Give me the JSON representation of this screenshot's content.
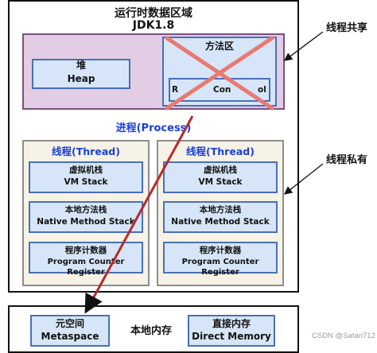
{
  "diagram": {
    "title": "运行时数据区域",
    "version": "JDK1.8",
    "shared_label": "线程共享",
    "private_label": "线程私有",
    "heap": {
      "line1": "堆",
      "line2": "Heap"
    },
    "method_area": {
      "title": "方法区",
      "inner_fragment_left": "R",
      "inner_fragment_mid": "Con",
      "inner_fragment_right": "ol"
    },
    "process_label": "进程(Process)",
    "threads": [
      {
        "title": "线程(Thread)",
        "vm_stack": {
          "line1": "虚拟机栈",
          "line2": "VM Stack"
        },
        "native_stack": {
          "line1": "本地方法栈",
          "line2": "Native Method Stack"
        },
        "pc": {
          "line1": "程序计数器",
          "line2": "Program Counter Register"
        }
      },
      {
        "title": "线程(Thread)",
        "vm_stack": {
          "line1": "虚拟机栈",
          "line2": "VM Stack"
        },
        "native_stack": {
          "line1": "本地方法栈",
          "line2": "Native Method Stack"
        },
        "pc": {
          "line1": "程序计数器",
          "line2": "Program Counter Register"
        }
      }
    ],
    "native_memory": {
      "label": "本地内存",
      "metaspace": {
        "line1": "元空间",
        "line2": "Metaspace"
      },
      "direct": {
        "line1": "直接内存",
        "line2": "Direct Memory"
      }
    },
    "watermark": "CSDN @Satan712",
    "colors": {
      "shared_bg": "#e3cde4",
      "box_blue": "#d6e6f8",
      "thread_bg": "#f6f2e6",
      "cross_red": "#e87a73",
      "arrow_red": "#b72a2a",
      "title_blue": "#1a3fd8"
    }
  }
}
